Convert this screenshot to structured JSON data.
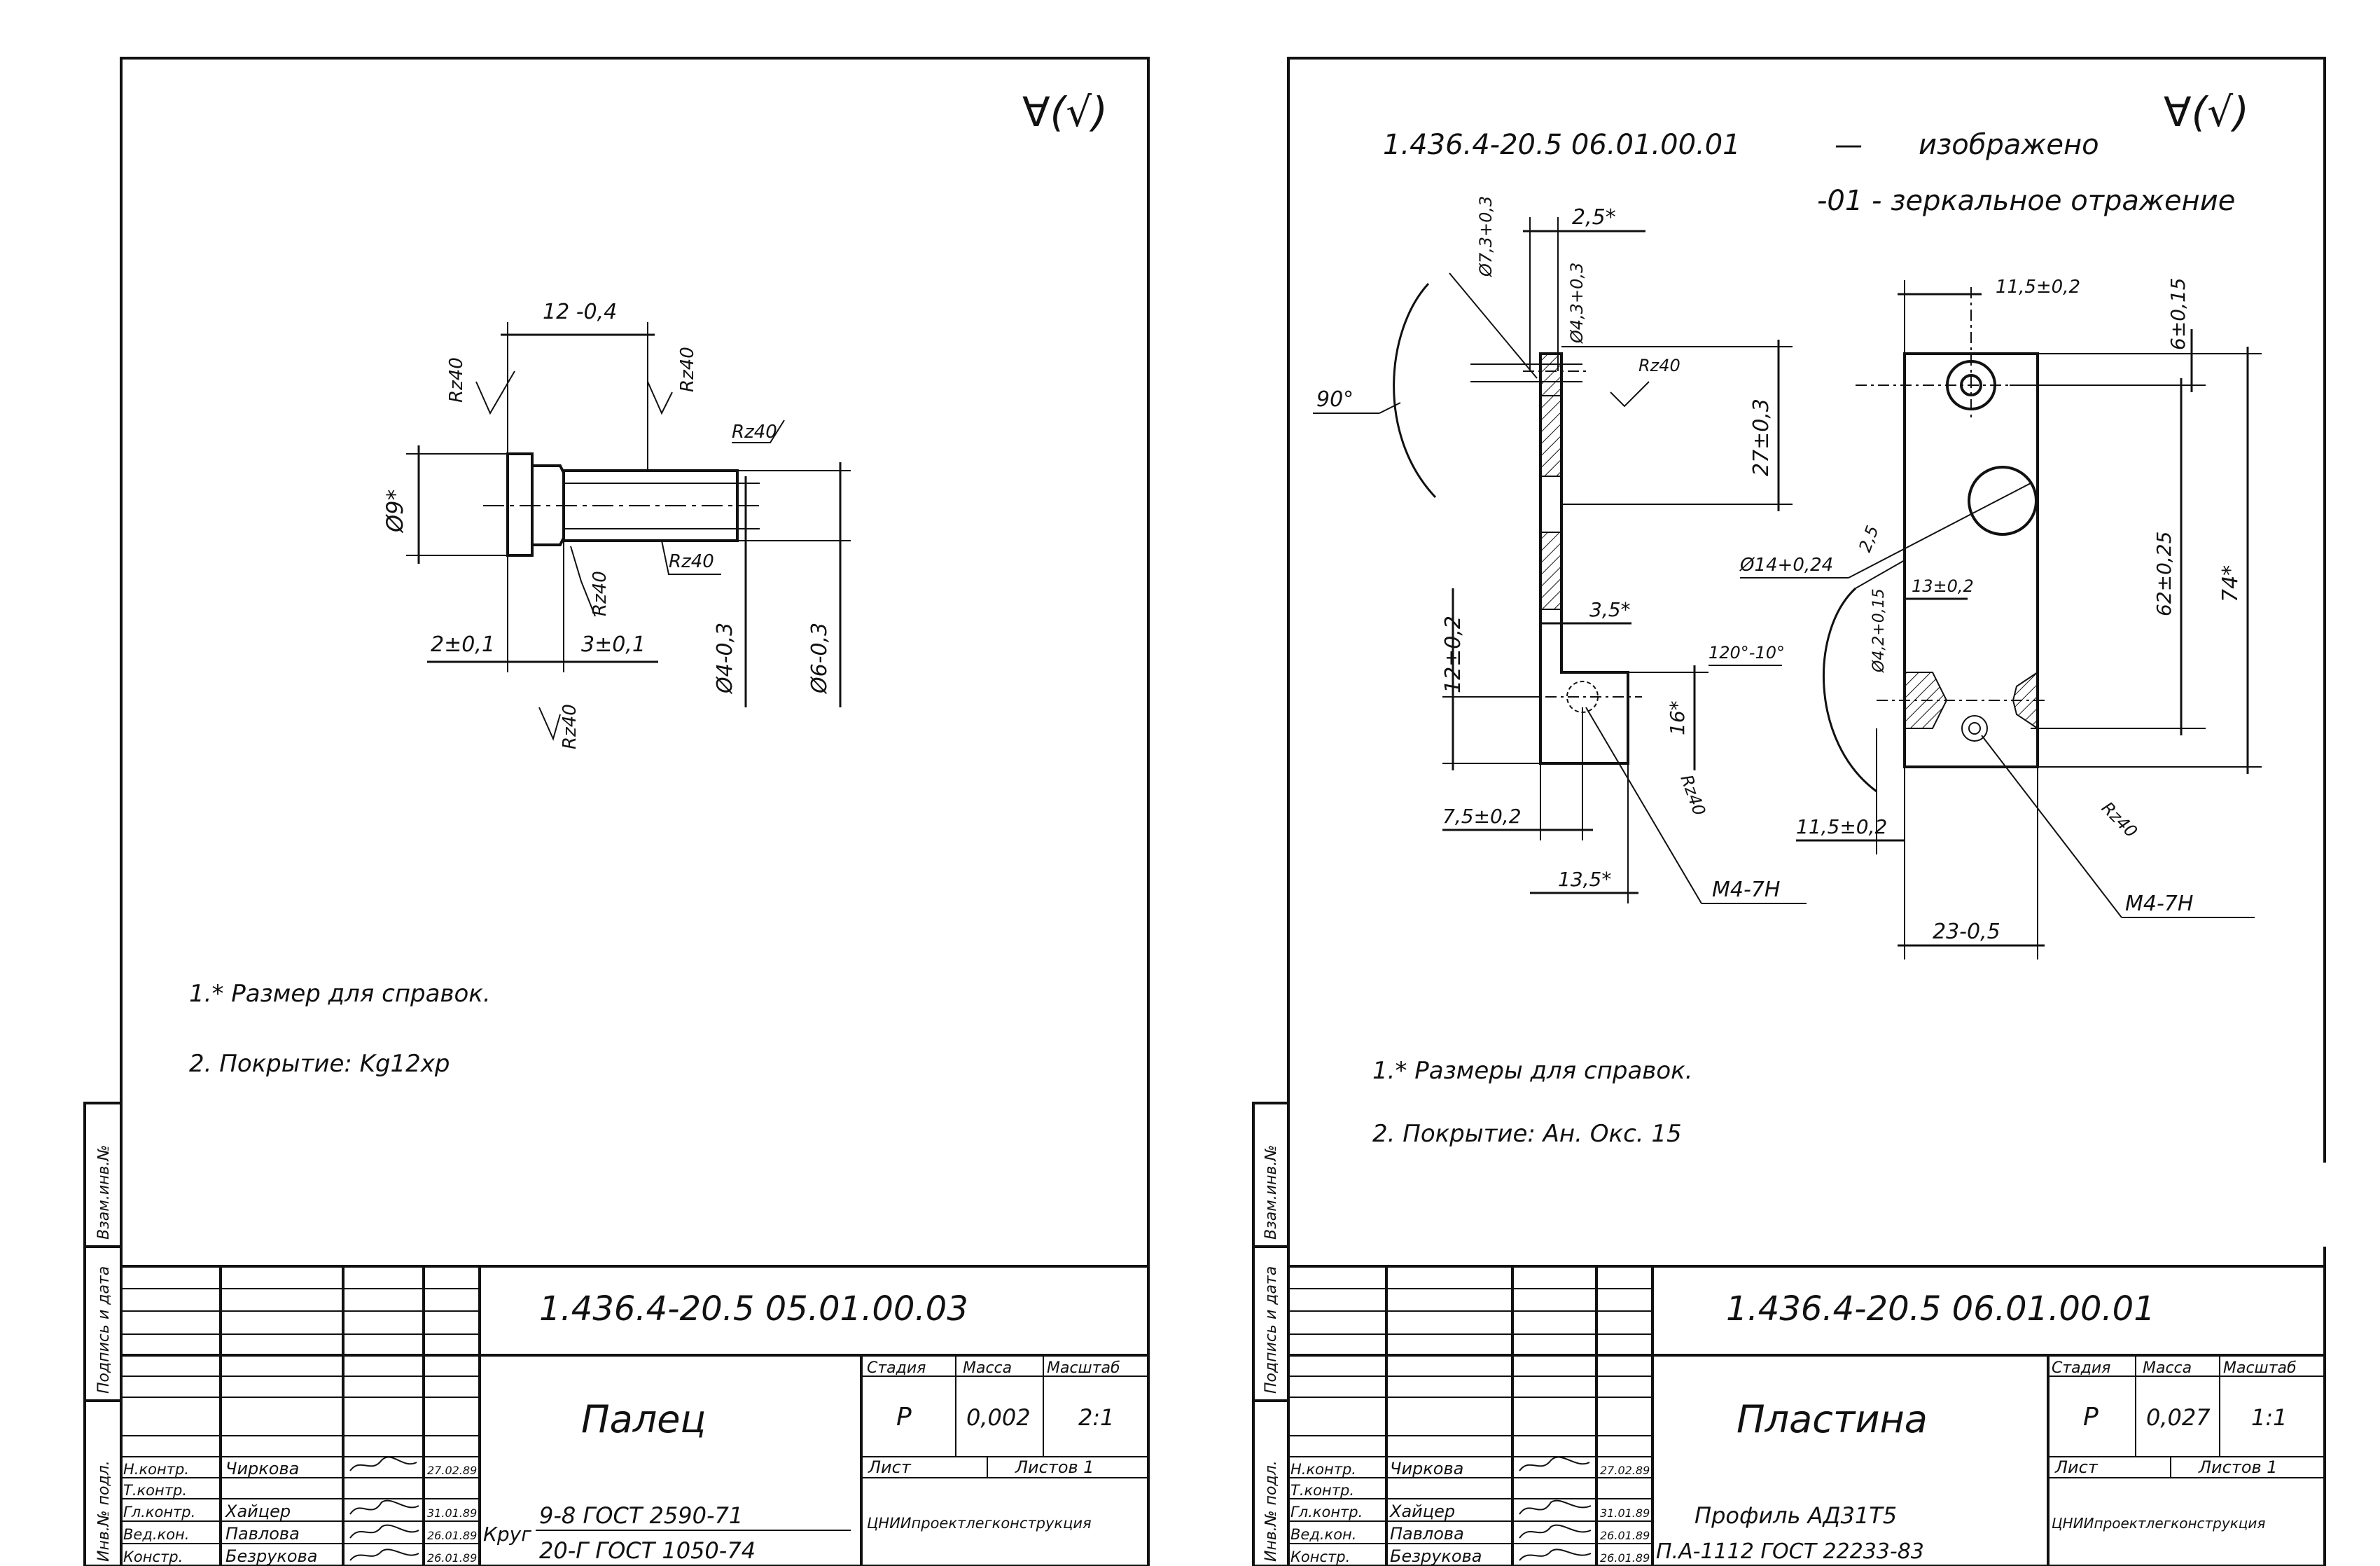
{
  "sheet1": {
    "roughness_symbol": "∀(√)",
    "dims": {
      "len_top": "12 -0,4",
      "dia_head": "Ø9*",
      "rz_head": "Rz40",
      "rz_right_top": "Rz40",
      "rz_shaft_top": "Rz40",
      "rz_under": "Rz40",
      "rz_shaft_bottom": "Rz40",
      "rz_bottom_left": "Rz40",
      "head_len": "2±0,1",
      "shaft_len": "3±0,1",
      "dia_shaft": "Ø4-0,3",
      "dia_outer": "Ø6-0,3"
    },
    "notes": [
      "1.* Размер для справок.",
      "2. Покрытие: Kg12xp"
    ],
    "side_labels": [
      "Инв.№ подл.",
      "Подпись и дата",
      "Взам.инв.№"
    ],
    "title": {
      "doc_number": "1.436.4-20.5 05.01.00.03",
      "name": "Палец",
      "stage_h": "Стадия",
      "mass_h": "Масса",
      "scale_h": "Масштаб",
      "stage": "Р",
      "mass": "0,002",
      "scale": "2:1",
      "sheet_h": "Лист",
      "sheets_h": "Листов 1",
      "material_prefix": "Круг",
      "material_line1": "9-8 ГОСТ 2590-71",
      "material_line2": "20-Г ГОСТ 1050-74",
      "org": "ЦНИИпроектлегконструкция",
      "roles": [
        "Н.контр.",
        "Т.контр.",
        "Гл.контр.",
        "Вед.кон.",
        "Констр."
      ],
      "names": [
        "Чиркова",
        "",
        "Хайцер",
        "Павлова",
        "Безрукова"
      ],
      "dates": [
        "27.02.89",
        "",
        "31.01.89",
        "26.01.89",
        "26.01.89"
      ]
    }
  },
  "sheet2": {
    "roughness_symbol": "∀(√)",
    "header_line1_code": "1.436.4-20.5 06.01.00.01",
    "header_line1_dash": "—",
    "header_line1_text": "изображено",
    "header_line2": "-01 - зеркальное отражение",
    "dims": {
      "angle90": "90°",
      "dia73": "Ø7,3+0,3",
      "d25": "2,5*",
      "dia43": "Ø4,3+0,3",
      "rz_a": "Rz40",
      "d27": "27±0,3",
      "d12": "12±0,2",
      "d35": "3,5*",
      "d16": "16*",
      "d75": "7,5±0,2",
      "d135": "13,5*",
      "rz_b": "Rz40",
      "m4_left": "M4-7H",
      "d115_top": "11,5±0,2",
      "d6": "6±0,15",
      "d62": "62±0,25",
      "d74": "74*",
      "dia14": "Ø14+0,24",
      "d25b": "2,5",
      "d13": "13±0,2",
      "ang120": "120°-10°",
      "dia42": "Ø4,2+0,15",
      "d115_bottom": "11,5±0,2",
      "d23": "23-0,5",
      "rz_c": "Rz40",
      "m4_right": "M4-7H"
    },
    "notes": [
      "1.* Размеры для справок.",
      "2. Покрытие: Ан. Окс. 15"
    ],
    "side_labels": [
      "Инв.№ подл.",
      "Подпись и дата",
      "Взам.инв.№"
    ],
    "title": {
      "doc_number": "1.436.4-20.5 06.01.00.01",
      "name": "Пластина",
      "stage_h": "Стадия",
      "mass_h": "Масса",
      "scale_h": "Масштаб",
      "stage": "Р",
      "mass": "0,027",
      "scale": "1:1",
      "sheet_h": "Лист",
      "sheets_h": "Листов 1",
      "material_line1": "Профиль АД31Т5",
      "material_line2": "П.А-1112 ГОСТ 22233-83",
      "org": "ЦНИИпроектлегконструкция",
      "roles": [
        "Н.контр.",
        "Т.контр.",
        "Гл.контр.",
        "Вед.кон.",
        "Констр."
      ],
      "names": [
        "Чиркова",
        "",
        "Хайцер",
        "Павлова",
        "Безрукова"
      ],
      "dates": [
        "27.02.89",
        "",
        "31.01.89",
        "26.01.89",
        "26.01.89"
      ]
    }
  }
}
